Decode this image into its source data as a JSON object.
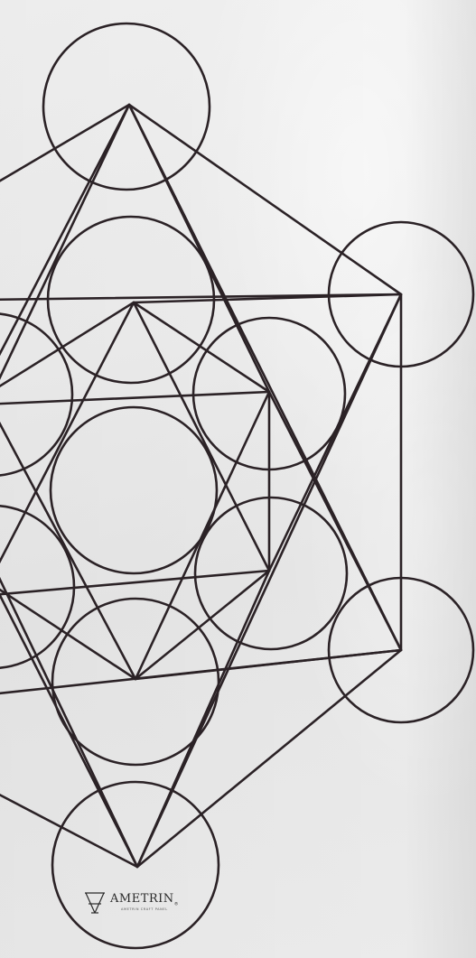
{
  "photo": {
    "subject": "metatrons-cube-print",
    "line_color": "#2b2226",
    "paper_color": "#ececec"
  },
  "brand": {
    "name": "AMETRIN",
    "mark": "®",
    "tagline": "AMETRIN CRAFT PANEL"
  }
}
